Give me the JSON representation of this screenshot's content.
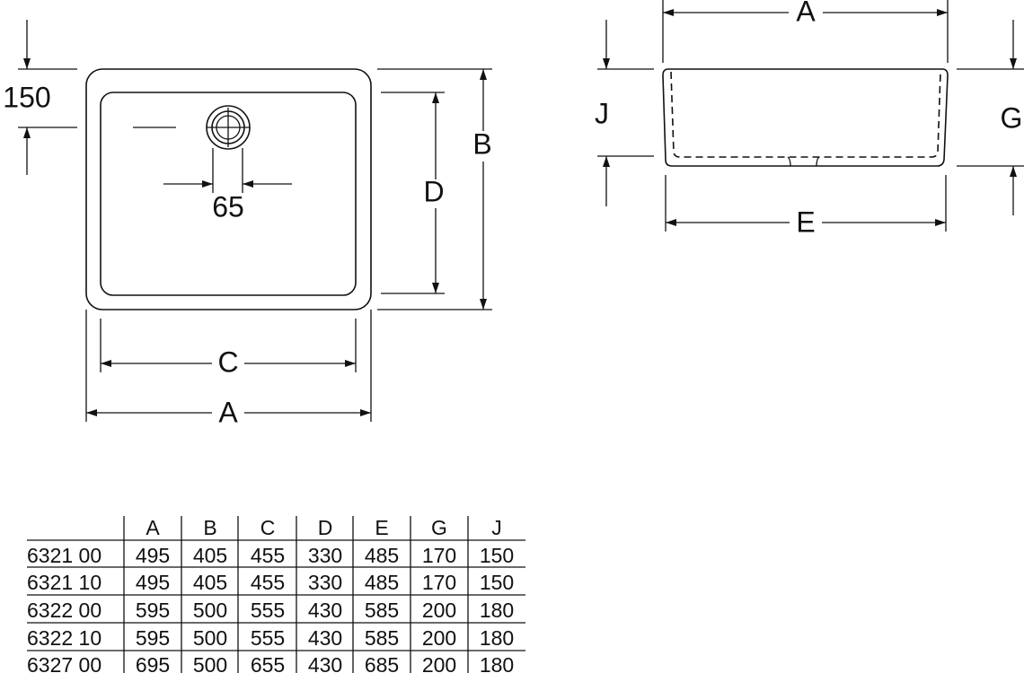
{
  "front_view": {
    "label_150": "150",
    "label_65": "65",
    "label_D": "D",
    "label_B": "B",
    "label_C": "C",
    "label_A": "A"
  },
  "side_view": {
    "label_A": "A",
    "label_J": "J",
    "label_G": "G",
    "label_E": "E"
  },
  "table": {
    "headers": [
      "",
      "A",
      "B",
      "C",
      "D",
      "E",
      "G",
      "J"
    ],
    "rows": [
      [
        "6321 00",
        "495",
        "405",
        "455",
        "330",
        "485",
        "170",
        "150"
      ],
      [
        "6321 10",
        "495",
        "405",
        "455",
        "330",
        "485",
        "170",
        "150"
      ],
      [
        "6322 00",
        "595",
        "500",
        "555",
        "430",
        "585",
        "200",
        "180"
      ],
      [
        "6322 10",
        "595",
        "500",
        "555",
        "430",
        "585",
        "200",
        "180"
      ],
      [
        "6327 00",
        "695",
        "500",
        "655",
        "430",
        "685",
        "200",
        "180"
      ]
    ]
  }
}
